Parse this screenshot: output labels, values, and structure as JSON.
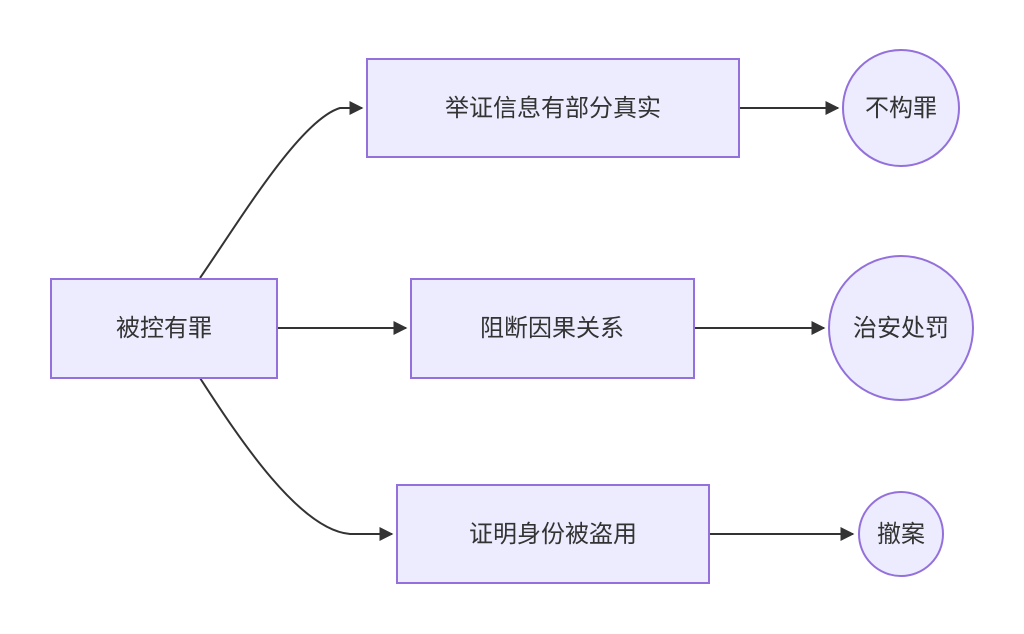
{
  "diagram": {
    "type": "flowchart",
    "colors": {
      "node_fill": "#ececfe",
      "node_stroke": "#9370db",
      "edge": "#333333",
      "text": "#333333"
    },
    "nodes": {
      "guilty": "被控有罪",
      "partial_true": "举证信息有部分真实",
      "block_causality": "阻断因果关系",
      "identity_stolen": "证明身份被盗用",
      "not_crime": "不构罪",
      "public_security": "治安处罚",
      "withdraw": "撤案"
    },
    "edges": [
      {
        "from": "guilty",
        "to": "partial_true"
      },
      {
        "from": "guilty",
        "to": "block_causality"
      },
      {
        "from": "guilty",
        "to": "identity_stolen"
      },
      {
        "from": "partial_true",
        "to": "not_crime"
      },
      {
        "from": "block_causality",
        "to": "public_security"
      },
      {
        "from": "identity_stolen",
        "to": "withdraw"
      }
    ]
  }
}
